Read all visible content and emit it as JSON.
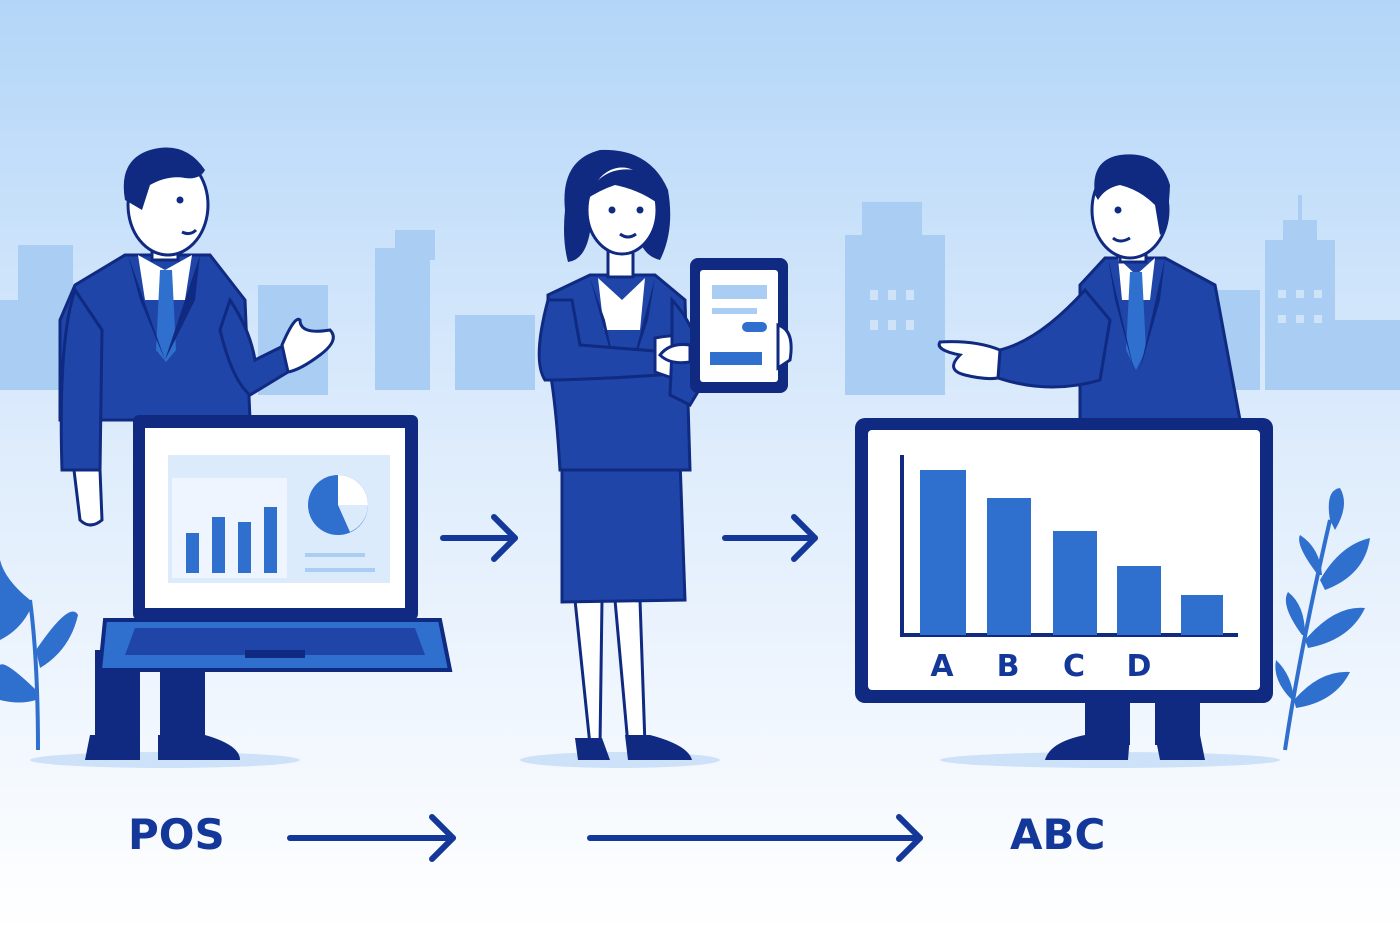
{
  "labels": {
    "start": "POS",
    "end": "ABC"
  },
  "monitor_chart": {
    "categories": [
      "A",
      "B",
      "C",
      "D"
    ]
  },
  "colors": {
    "navy": "#14389a",
    "dark_navy": "#0f2a80",
    "blue": "#2f6fce",
    "light_blue": "#a9cdf3",
    "sky_top": "#b3d6f8",
    "sky_bottom": "#ffffff"
  },
  "icons": [
    "laptop-icon",
    "tablet-icon",
    "monitor-icon",
    "pie-chart-icon",
    "bar-chart-icon",
    "arrow-right-icon",
    "plant-icon",
    "building-icon"
  ]
}
